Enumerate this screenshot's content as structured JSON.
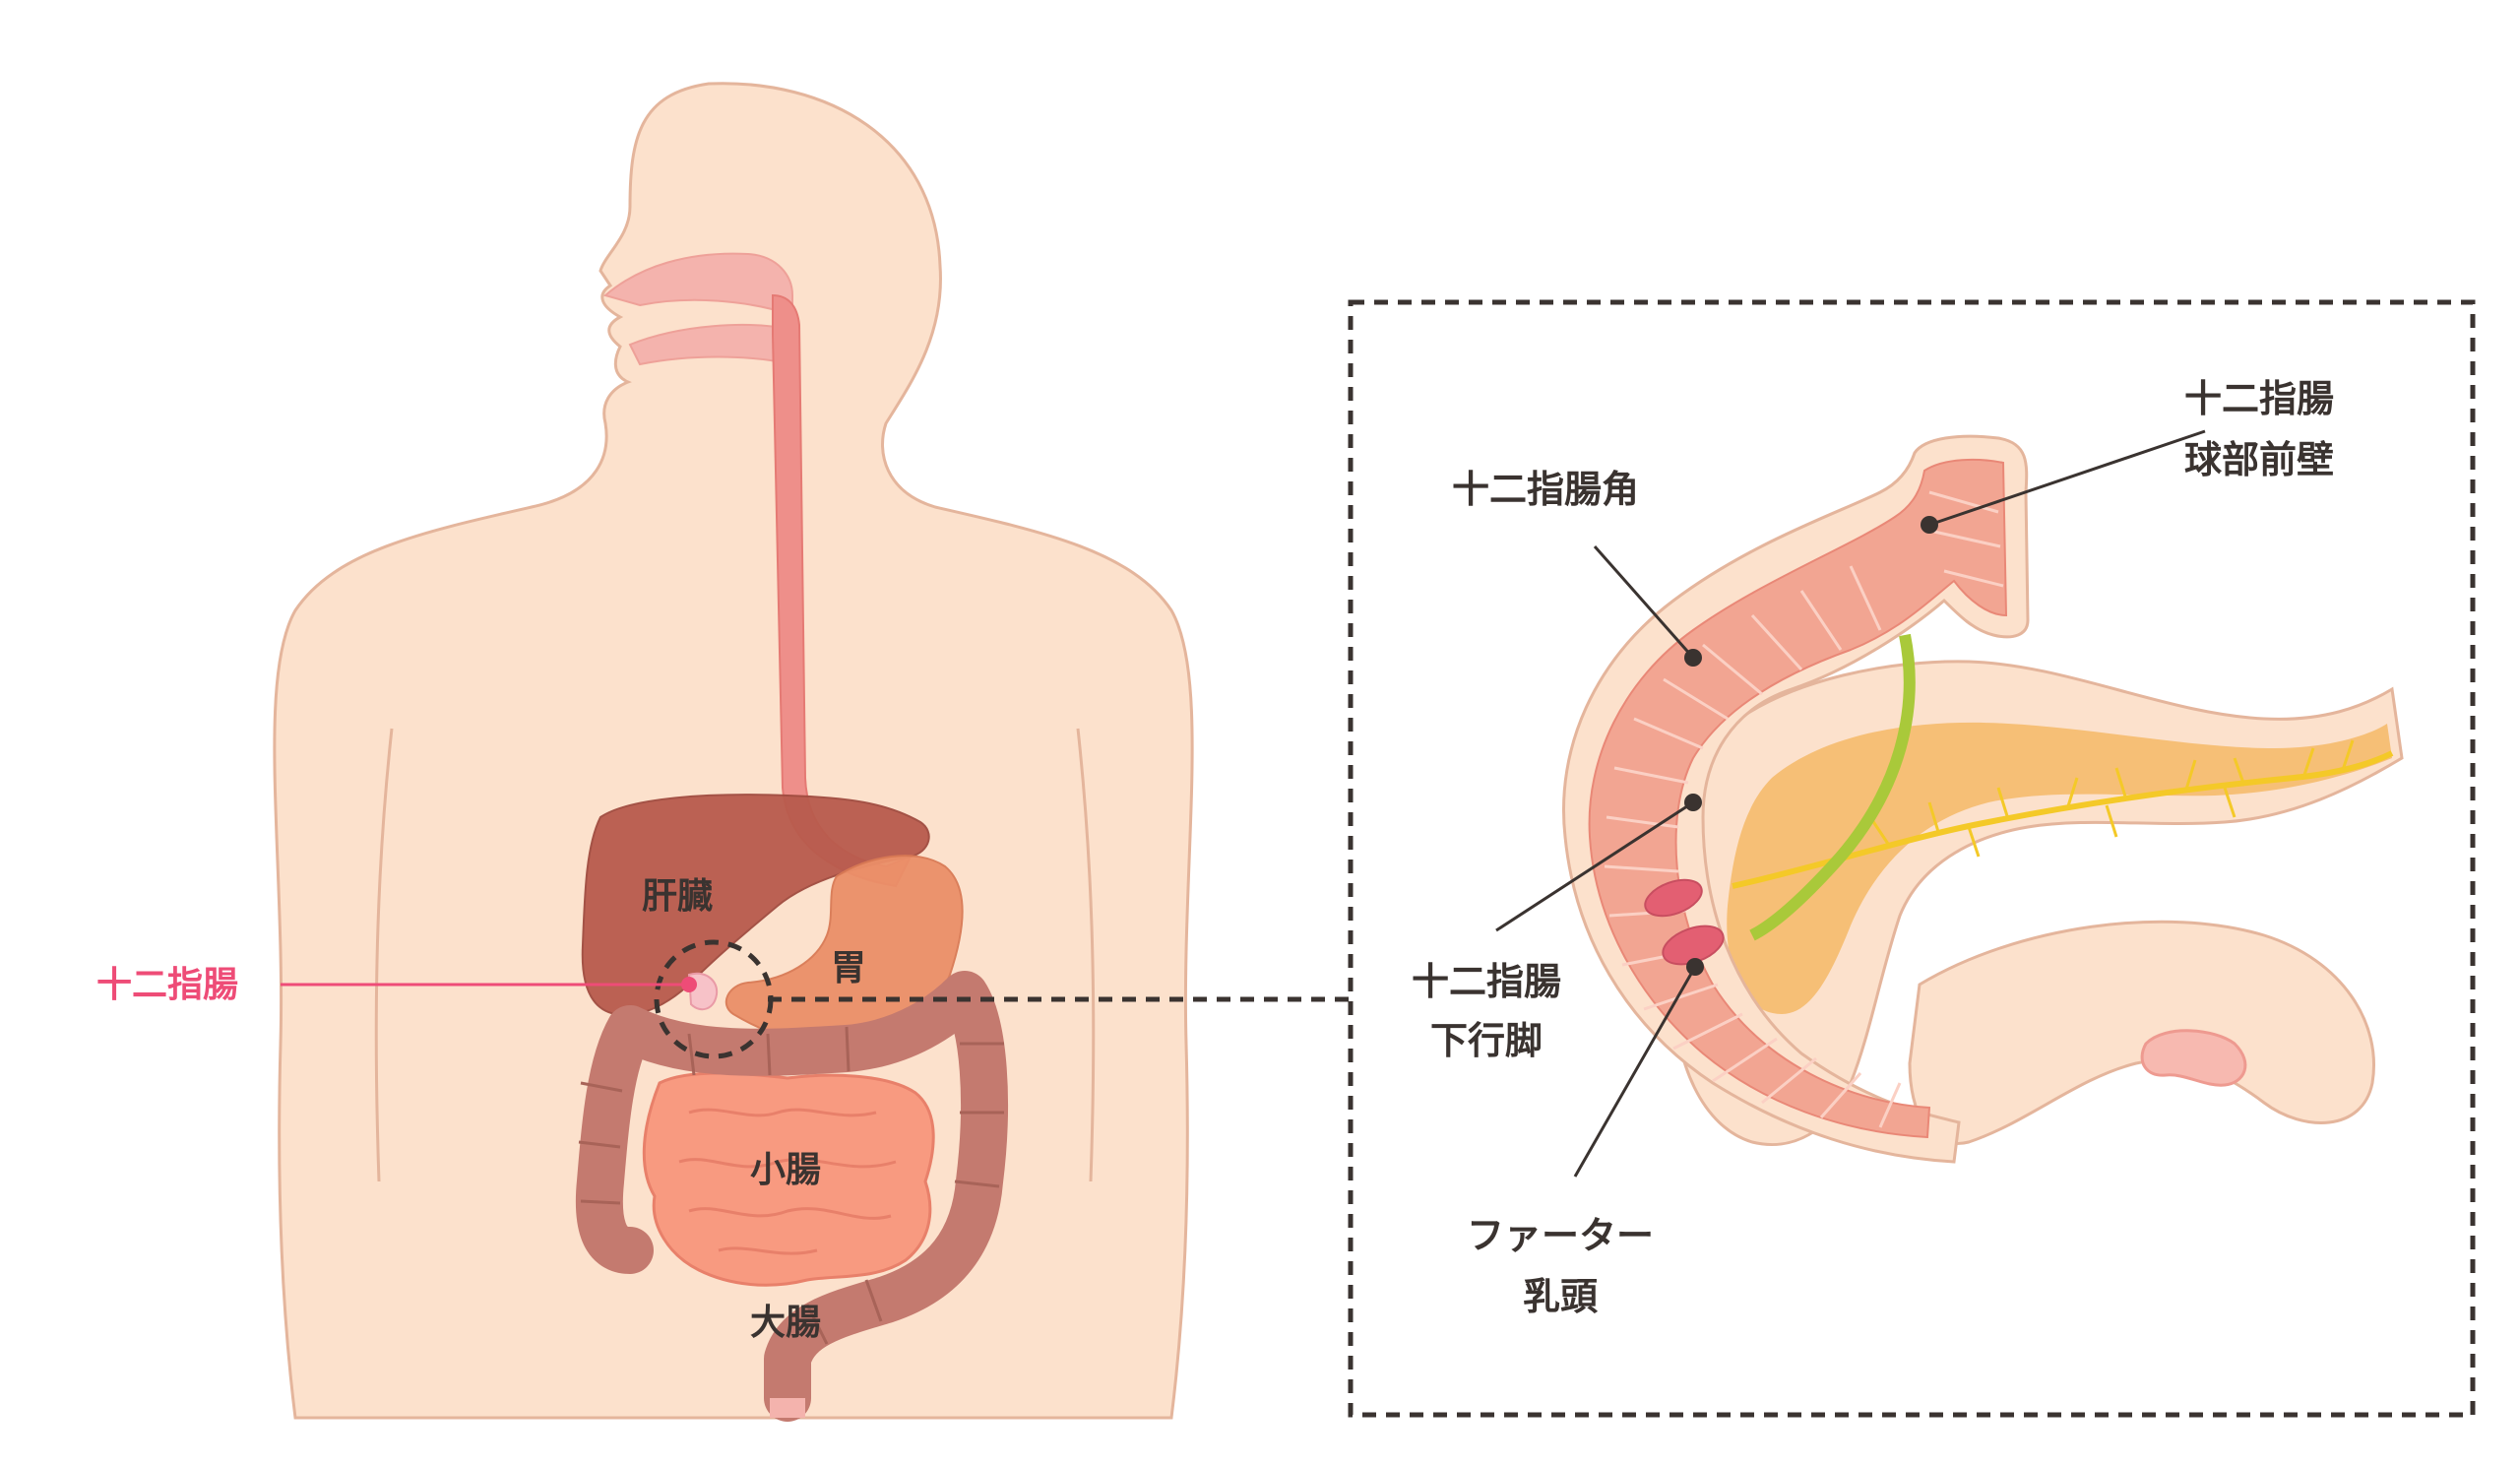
{
  "labels": {
    "liver": "肝臓",
    "stomach": "胃",
    "duodenum": "十二指腸",
    "small_intestine": "小腸",
    "large_intestine": "大腸",
    "duodenal_angle": "十二指腸角",
    "bulb_line1": "十二指腸",
    "bulb_line2": "球部前壁",
    "descending_line1": "十二指腸",
    "descending_line2": "下行脚",
    "vater_line1": "ファーター",
    "vater_line2": "乳頭"
  },
  "colors": {
    "skin": "#fce1cc",
    "skin_outline": "#e4b59c",
    "esophagus": "#ee8f8a",
    "liver": "#b85b4d",
    "stomach": "#eb8f68",
    "small_intestine": "#f89a80",
    "large_intestine": "#c47a6f",
    "duodenum_wall": "#f2a592",
    "pancreas": "#f1a83c",
    "bile_duct": "#a9c93a",
    "highlight": "#ee4c77",
    "label_text": "#3a3330",
    "leader_line": "#3a3330"
  }
}
